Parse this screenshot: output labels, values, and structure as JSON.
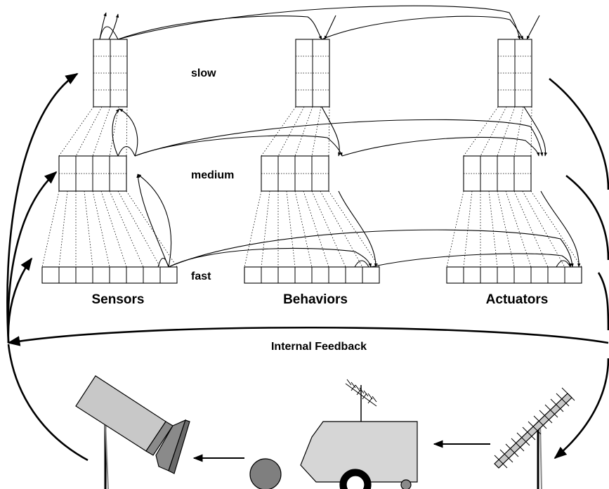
{
  "labels": {
    "slow": "slow",
    "medium": "medium",
    "fast": "fast",
    "internal_feedback": "Internal Feedback"
  },
  "columns": [
    {
      "title": "Sensors"
    },
    {
      "title": "Behaviors"
    },
    {
      "title": "Actuators"
    }
  ],
  "levels": [
    {
      "name": "slow",
      "cells": 2
    },
    {
      "name": "medium",
      "cells": 4
    },
    {
      "name": "fast",
      "cells": 8
    }
  ],
  "colors": {
    "ink": "#000000",
    "device_fill": "#c8c8c8",
    "device_dark": "#8a8a8a",
    "ball_fill": "#7f7f7f",
    "background": "#ffffff"
  },
  "icons": [
    "camera-icon",
    "ball-icon",
    "robot-icon",
    "antenna-icon"
  ]
}
